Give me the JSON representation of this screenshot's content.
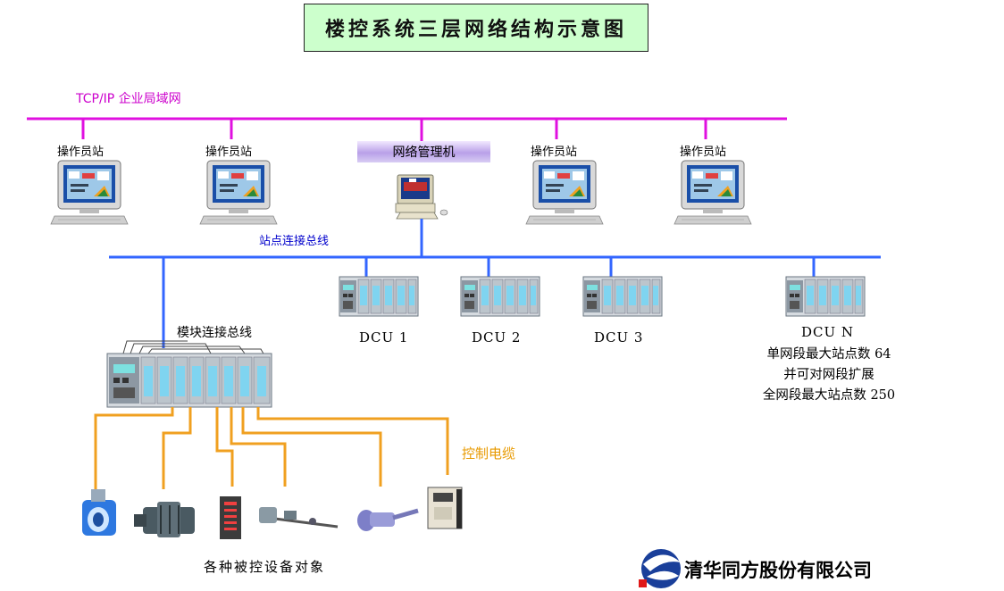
{
  "title": "楼控系统三层网络结构示意图",
  "lan": {
    "label": "TCP/IP 企业局域网",
    "color": "#e010e0"
  },
  "workstations": [
    "操作员站",
    "操作员站",
    "网络管理机",
    "操作员站",
    "操作员站"
  ],
  "station_bus": {
    "label": "站点连接总线",
    "color": "#3366ff"
  },
  "dcus": [
    {
      "label": "DCU 1"
    },
    {
      "label": "DCU 2"
    },
    {
      "label": "DCU 3"
    },
    {
      "label": "DCU N",
      "notes": [
        "单网段最大站点数 64",
        "并可对网段扩展",
        "全网段最大站点数 250"
      ]
    }
  ],
  "module_bus_label": "模块连接总线",
  "cable": {
    "label": "控制电缆",
    "color": "#f0a020"
  },
  "equipment_label": "各种被控设备对象",
  "company": "清华同方股份有限公司"
}
